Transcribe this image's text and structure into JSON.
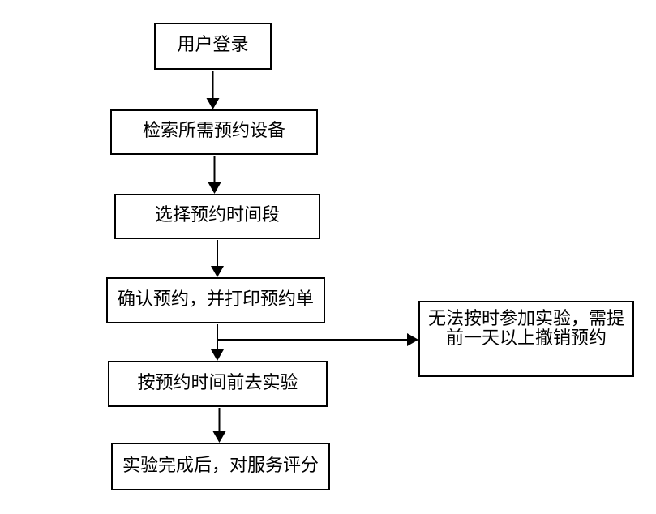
{
  "flowchart": {
    "background_color": "#ffffff",
    "stroke_color": "#000000",
    "text_color": "#000000",
    "nodes": {
      "login": {
        "label": "用户登录"
      },
      "search_device": {
        "label": "检索所需预约设备"
      },
      "select_timeslot": {
        "label": "选择预约时间段"
      },
      "confirm_print": {
        "label": "确认预约，并打印预约单"
      },
      "attend_experiment": {
        "label": "按预约时间前去实验"
      },
      "rate_service": {
        "label": "实验完成后，对服务评分"
      },
      "cancel_note": {
        "lines": [
          "无法按时参加实验，需提",
          "前一天以上撤销预约"
        ]
      }
    },
    "edges": [
      {
        "from": "login",
        "to": "search_device",
        "direction": "down"
      },
      {
        "from": "search_device",
        "to": "select_timeslot",
        "direction": "down"
      },
      {
        "from": "select_timeslot",
        "to": "confirm_print",
        "direction": "down"
      },
      {
        "from": "confirm_print",
        "to": "attend_experiment",
        "direction": "down"
      },
      {
        "from": "confirm_print",
        "to": "cancel_note",
        "direction": "right-branch"
      },
      {
        "from": "attend_experiment",
        "to": "rate_service",
        "direction": "down"
      }
    ]
  }
}
